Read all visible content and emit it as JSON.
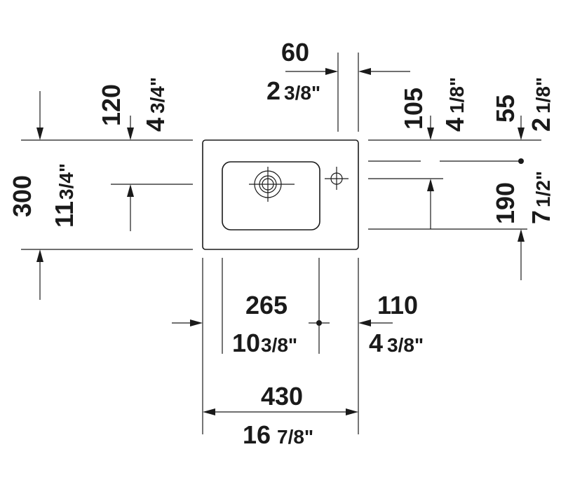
{
  "dimensions": {
    "top_gap": {
      "mm": "60",
      "in_whole": "2",
      "in_frac": "3/8\""
    },
    "rim_120": {
      "mm": "120",
      "in_whole": "4",
      "in_frac": "3/4\""
    },
    "rim_105": {
      "mm": "105",
      "in_whole": "4",
      "in_frac": "1/8\""
    },
    "rim_55": {
      "mm": "55",
      "in_whole": "2",
      "in_frac": "1/8\""
    },
    "depth_300": {
      "mm": "300",
      "in_whole": "11",
      "in_frac": "3/4\""
    },
    "depth_190": {
      "mm": "190",
      "in_whole": "7",
      "in_frac": "1/2\""
    },
    "offset_265": {
      "mm": "265",
      "in_whole": "10",
      "in_frac": "3/8\""
    },
    "offset_110": {
      "mm": "110",
      "in_whole": "4",
      "in_frac": "3/8\""
    },
    "width_430": {
      "mm": "430",
      "in_whole": "16",
      "in_frac": "7/8\""
    }
  }
}
